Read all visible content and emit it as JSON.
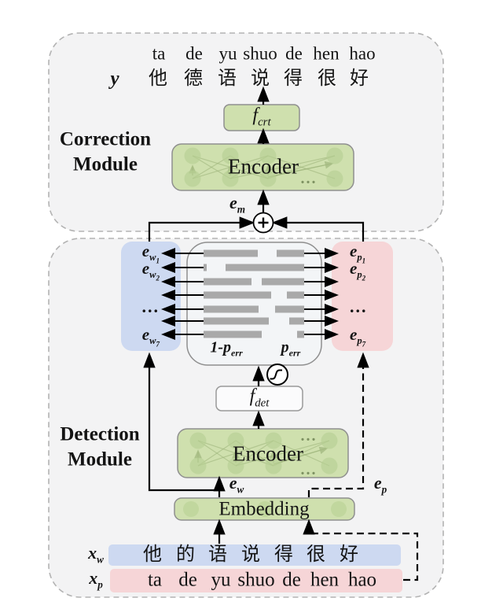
{
  "modules": {
    "correction": [
      "Correction",
      "Module"
    ],
    "detection": [
      "Detection",
      "Module"
    ]
  },
  "output_sequence": {
    "pinyin": [
      "ta",
      "de",
      "yu",
      "shuo",
      "de",
      "hen",
      "hao"
    ],
    "chars": [
      "他",
      "德",
      "语",
      "说",
      "得",
      "很",
      "好"
    ]
  },
  "input_sequences": {
    "xw_chars": [
      "他",
      "的",
      "语",
      "说",
      "得",
      "很",
      "好"
    ],
    "xp_tokens": [
      "ta",
      "de",
      "yu",
      "shuo",
      "de",
      "hen",
      "hao"
    ]
  },
  "labels": {
    "y": {
      "base": "y"
    },
    "em": {
      "base": "e",
      "sub": "m"
    },
    "ew": {
      "base": "e",
      "sub": "w"
    },
    "ep": {
      "base": "e",
      "sub": "p"
    },
    "xw": {
      "base": "x",
      "sub": "w"
    },
    "xp": {
      "base": "x",
      "sub": "p"
    },
    "fcrt": {
      "base": "f",
      "sub": "crt"
    },
    "fdet": {
      "base": "f",
      "sub": "det"
    },
    "one_minus_perr": {
      "pre": "1-",
      "base": "p",
      "sub": "err"
    },
    "perr": {
      "base": "p",
      "sub": "err"
    }
  },
  "boxes": {
    "encoder": "Encoder",
    "embedding": "Embedding",
    "dots": "..."
  },
  "side_labels": {
    "left": [
      {
        "base": "e",
        "sub": "w",
        "subsub": "1"
      },
      {
        "base": "e",
        "sub": "w",
        "subsub": "2"
      },
      {
        "base": "..."
      },
      {
        "base": "e",
        "sub": "w",
        "subsub": "7"
      }
    ],
    "right": [
      {
        "base": "e",
        "sub": "p",
        "subsub": "1"
      },
      {
        "base": "e",
        "sub": "p",
        "subsub": "2"
      },
      {
        "base": "..."
      },
      {
        "base": "e",
        "sub": "p",
        "subsub": "7"
      }
    ]
  },
  "error_probability_bars": {
    "rows": 7,
    "left_1_minus_perr": [
      0.54,
      0.03,
      0.48,
      0.67,
      0.55,
      0.65,
      0.58
    ],
    "right_perr": [
      0.27,
      0.78,
      0.42,
      0.17,
      0.29,
      0.15,
      0.07
    ]
  },
  "colors": {
    "green_box": "#cfe0ae",
    "green_border": "#8f8f8f",
    "node_green": "#b7d093",
    "mesh_green": "#9bb278",
    "blue": "#cdd9f1",
    "pink": "#f6d5d7",
    "bar_gray": "#a9a9a9",
    "module_bg": "#f3f3f4",
    "module_border": "#b3b3b3"
  }
}
